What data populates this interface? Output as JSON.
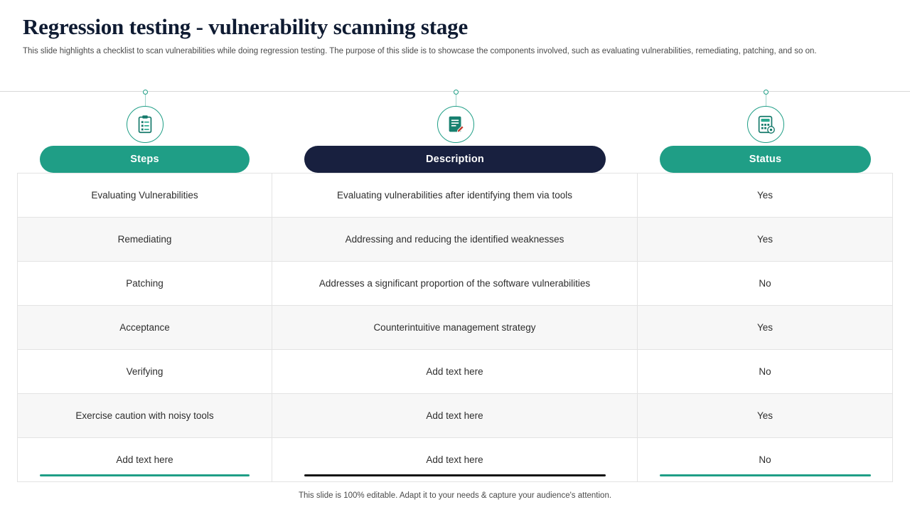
{
  "slide": {
    "title": "Regression testing - vulnerability scanning stage",
    "subtitle": "This slide highlights a checklist to scan vulnerabilities while doing regression testing. The purpose of this slide is to showcase the components involved, such as evaluating vulnerabilities, remediating, patching, and so on.",
    "footer": "This slide is 100% editable. Adapt it to your needs & capture your audience's attention."
  },
  "colors": {
    "teal": "#1f9e86",
    "navy": "#18203f",
    "black": "#111111",
    "row_alt": "#f7f7f7",
    "border": "#e3e3e3"
  },
  "markers": [
    {
      "icon": "clipboard-checklist-icon"
    },
    {
      "icon": "document-edit-icon"
    },
    {
      "icon": "calculator-settings-icon"
    }
  ],
  "columns": [
    {
      "label": "Steps",
      "key": "step"
    },
    {
      "label": "Description",
      "key": "description"
    },
    {
      "label": "Status",
      "key": "status"
    }
  ],
  "rows": [
    {
      "step": "Evaluating Vulnerabilities",
      "description": "Evaluating vulnerabilities after identifying them via tools",
      "status": "Yes"
    },
    {
      "step": "Remediating",
      "description": "Addressing and reducing the identified weaknesses",
      "status": "Yes"
    },
    {
      "step": "Patching",
      "description": "Addresses a significant proportion of the software vulnerabilities",
      "status": "No"
    },
    {
      "step": "Acceptance",
      "description": "Counterintuitive management strategy",
      "status": "Yes"
    },
    {
      "step": "Verifying",
      "description": "Add text here",
      "status": "No"
    },
    {
      "step": "Exercise caution with noisy tools",
      "description": "Add text here",
      "status": "Yes"
    },
    {
      "step": "Add text here",
      "description": "Add text here",
      "status": "No"
    }
  ]
}
